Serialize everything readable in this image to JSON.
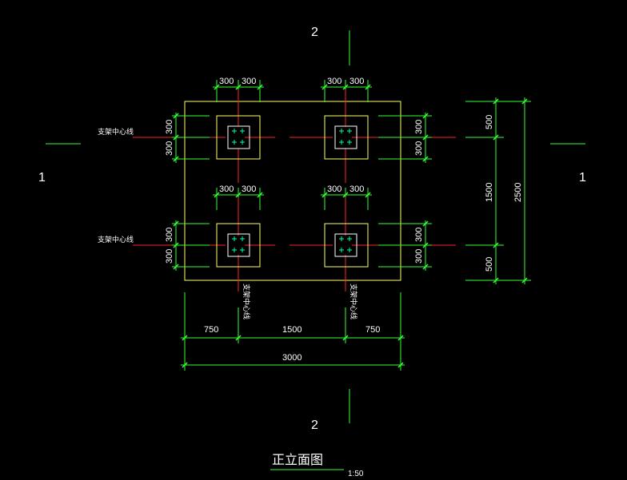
{
  "drawing": {
    "title": "正立面图",
    "scale": "1:50",
    "section_marks": {
      "top": "2",
      "bottom": "2",
      "left": "1",
      "right": "1"
    },
    "centerline_label": "支架中心线",
    "bolt_offsets": {
      "h1": "300",
      "h2": "300"
    },
    "dims_bottom": {
      "left": "750",
      "middle": "1500",
      "right": "750",
      "total": "3000"
    },
    "dims_right": {
      "top": "500",
      "middle": "1500",
      "bottom": "500",
      "total": "2500"
    },
    "colors": {
      "background": "#000000",
      "outline": "#ffff66",
      "centerline": "#ff2222",
      "dimension": "#33ff33",
      "bolt": "#00ffaa",
      "text": "#ffffff"
    }
  }
}
